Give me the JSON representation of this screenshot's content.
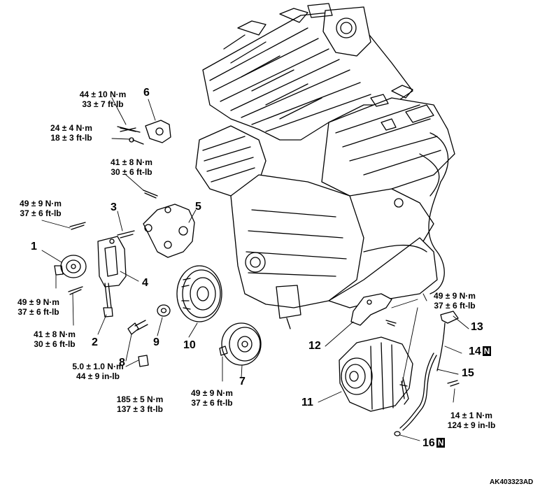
{
  "torques": {
    "t1": {
      "line1": "44 ± 10 N·m",
      "line2": "33 ± 7 ft-lb"
    },
    "t2": {
      "line1": "24 ± 4 N·m",
      "line2": "18 ± 3 ft-lb"
    },
    "t3": {
      "line1": "41 ± 8 N·m",
      "line2": "30 ± 6 ft-lb"
    },
    "t4": {
      "line1": "49 ± 9 N·m",
      "line2": "37 ± 6 ft-lb"
    },
    "t5": {
      "line1": "49 ± 9 N·m",
      "line2": "37 ± 6 ft-lb"
    },
    "t6": {
      "line1": "41 ± 8 N·m",
      "line2": "30 ± 6 ft-lb"
    },
    "t7": {
      "line1": "5.0 ± 1.0 N·m",
      "line2": "44 ± 9 in-lb"
    },
    "t8": {
      "line1": "185 ± 5 N·m",
      "line2": "137 ± 3 ft-lb"
    },
    "t9": {
      "line1": "49 ± 9 N·m",
      "line2": "37 ± 6 ft-lb"
    },
    "t10": {
      "line1": "49 ± 9 N·m",
      "line2": "37 ± 6 ft-lb"
    },
    "t11": {
      "line1": "14 ± 1 N·m",
      "line2": "124 ± 9 in-lb"
    }
  },
  "callouts": {
    "c1": "1",
    "c2": "2",
    "c3": "3",
    "c4": "4",
    "c5": "5",
    "c6": "6",
    "c7": "7",
    "c8": "8",
    "c9": "9",
    "c10": "10",
    "c11": "11",
    "c12": "12",
    "c13": "13",
    "c14": "14",
    "c15": "15",
    "c16": "16"
  },
  "new_part_badge": "N",
  "figure_code": "AK403323AD"
}
